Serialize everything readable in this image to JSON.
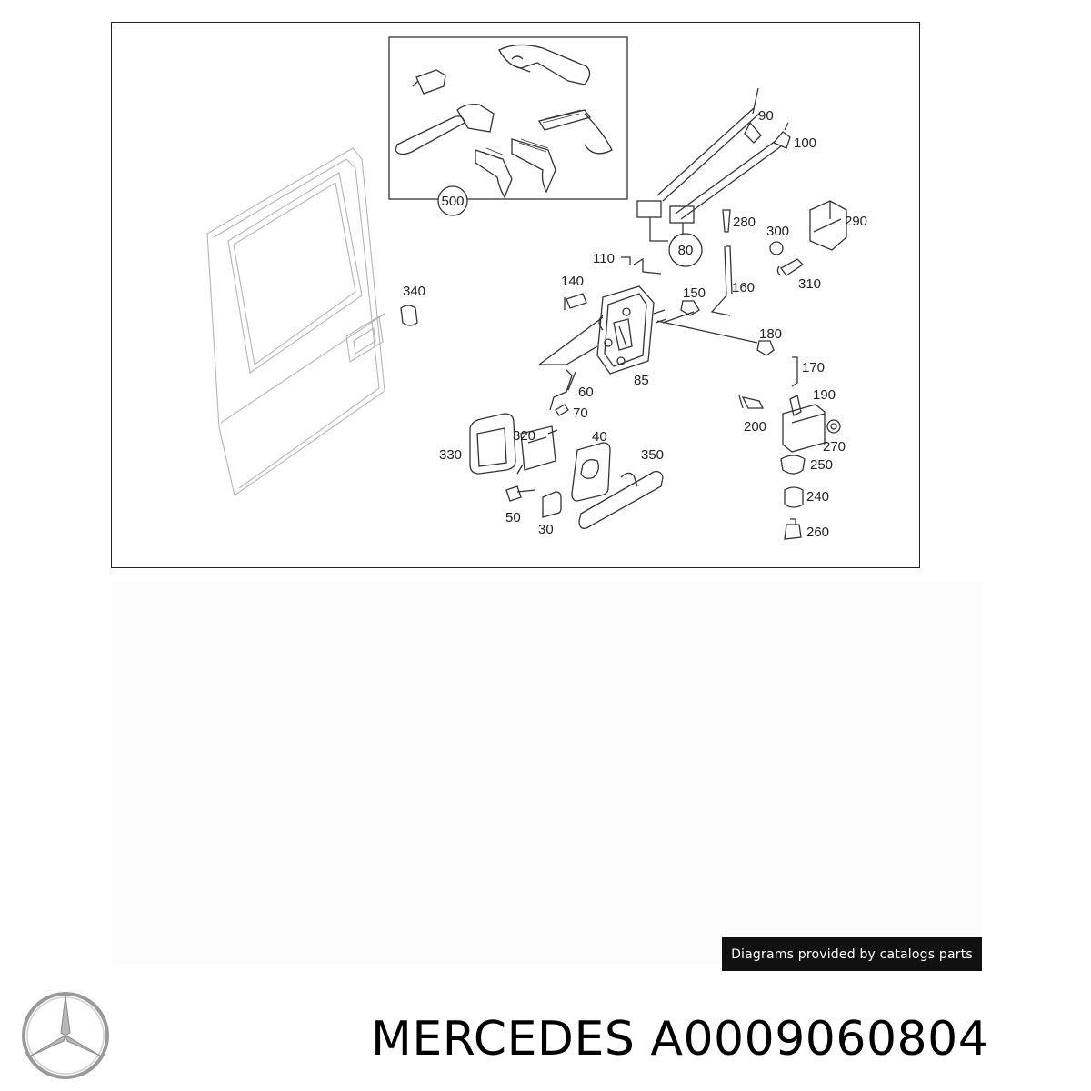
{
  "diagram": {
    "callouts": {
      "c90": "90",
      "c100": "100",
      "c500": "500",
      "c80": "80",
      "c280": "280",
      "c290": "290",
      "c300": "300",
      "c110": "110",
      "c310": "310",
      "c140": "140",
      "c150": "150",
      "c160": "160",
      "c340": "340",
      "c180": "180",
      "c170": "170",
      "c85": "85",
      "c190": "190",
      "c60": "60",
      "c70": "70",
      "c200": "200",
      "c40": "40",
      "c320": "320",
      "c270": "270",
      "c350": "350",
      "c330": "330",
      "c250": "250",
      "c240": "240",
      "c50": "50",
      "c30": "30",
      "c260": "260"
    }
  },
  "footer": {
    "credit": "Diagrams provided by catalogs parts",
    "brand": "MERCEDES",
    "part_number": "A0009060804",
    "logo_icon": "mercedes-star-icon"
  }
}
